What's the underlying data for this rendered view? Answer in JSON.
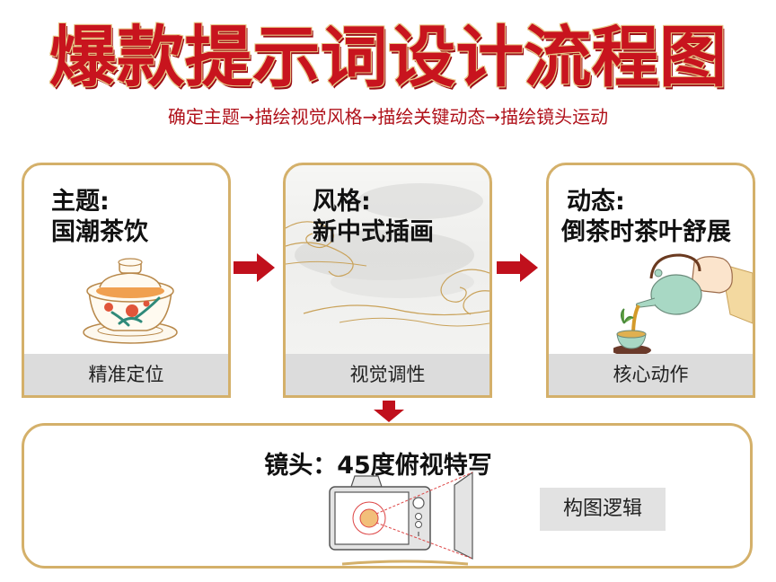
{
  "title": "爆款提示词设计流程图",
  "subtitle": "确定主题→描绘视觉风格→描绘关键动态→描绘镜头运动",
  "colors": {
    "title_red": "#c8141e",
    "arrow_red": "#c0101c",
    "card_border_gold": "#d4b06a",
    "caption_gray": "#dcdcdc"
  },
  "steps": [
    {
      "heading_line1": "主题:",
      "heading_line2": "国潮茶饮",
      "caption": "精准定位",
      "illustration": "gaiwan-teacup-icon"
    },
    {
      "heading_line1": "风格:",
      "heading_line2": "新中式插画",
      "caption": "视觉调性",
      "illustration": "auspicious-cloud-icon"
    },
    {
      "heading_line1": "动态:",
      "heading_line2": "倒茶时茶叶舒展",
      "caption": "核心动作",
      "illustration": "teapot-pouring-icon"
    }
  ],
  "camera": {
    "heading": "镜头：45度俯视特写",
    "tag": "构图逻辑",
    "illustration": "camera-icon"
  }
}
